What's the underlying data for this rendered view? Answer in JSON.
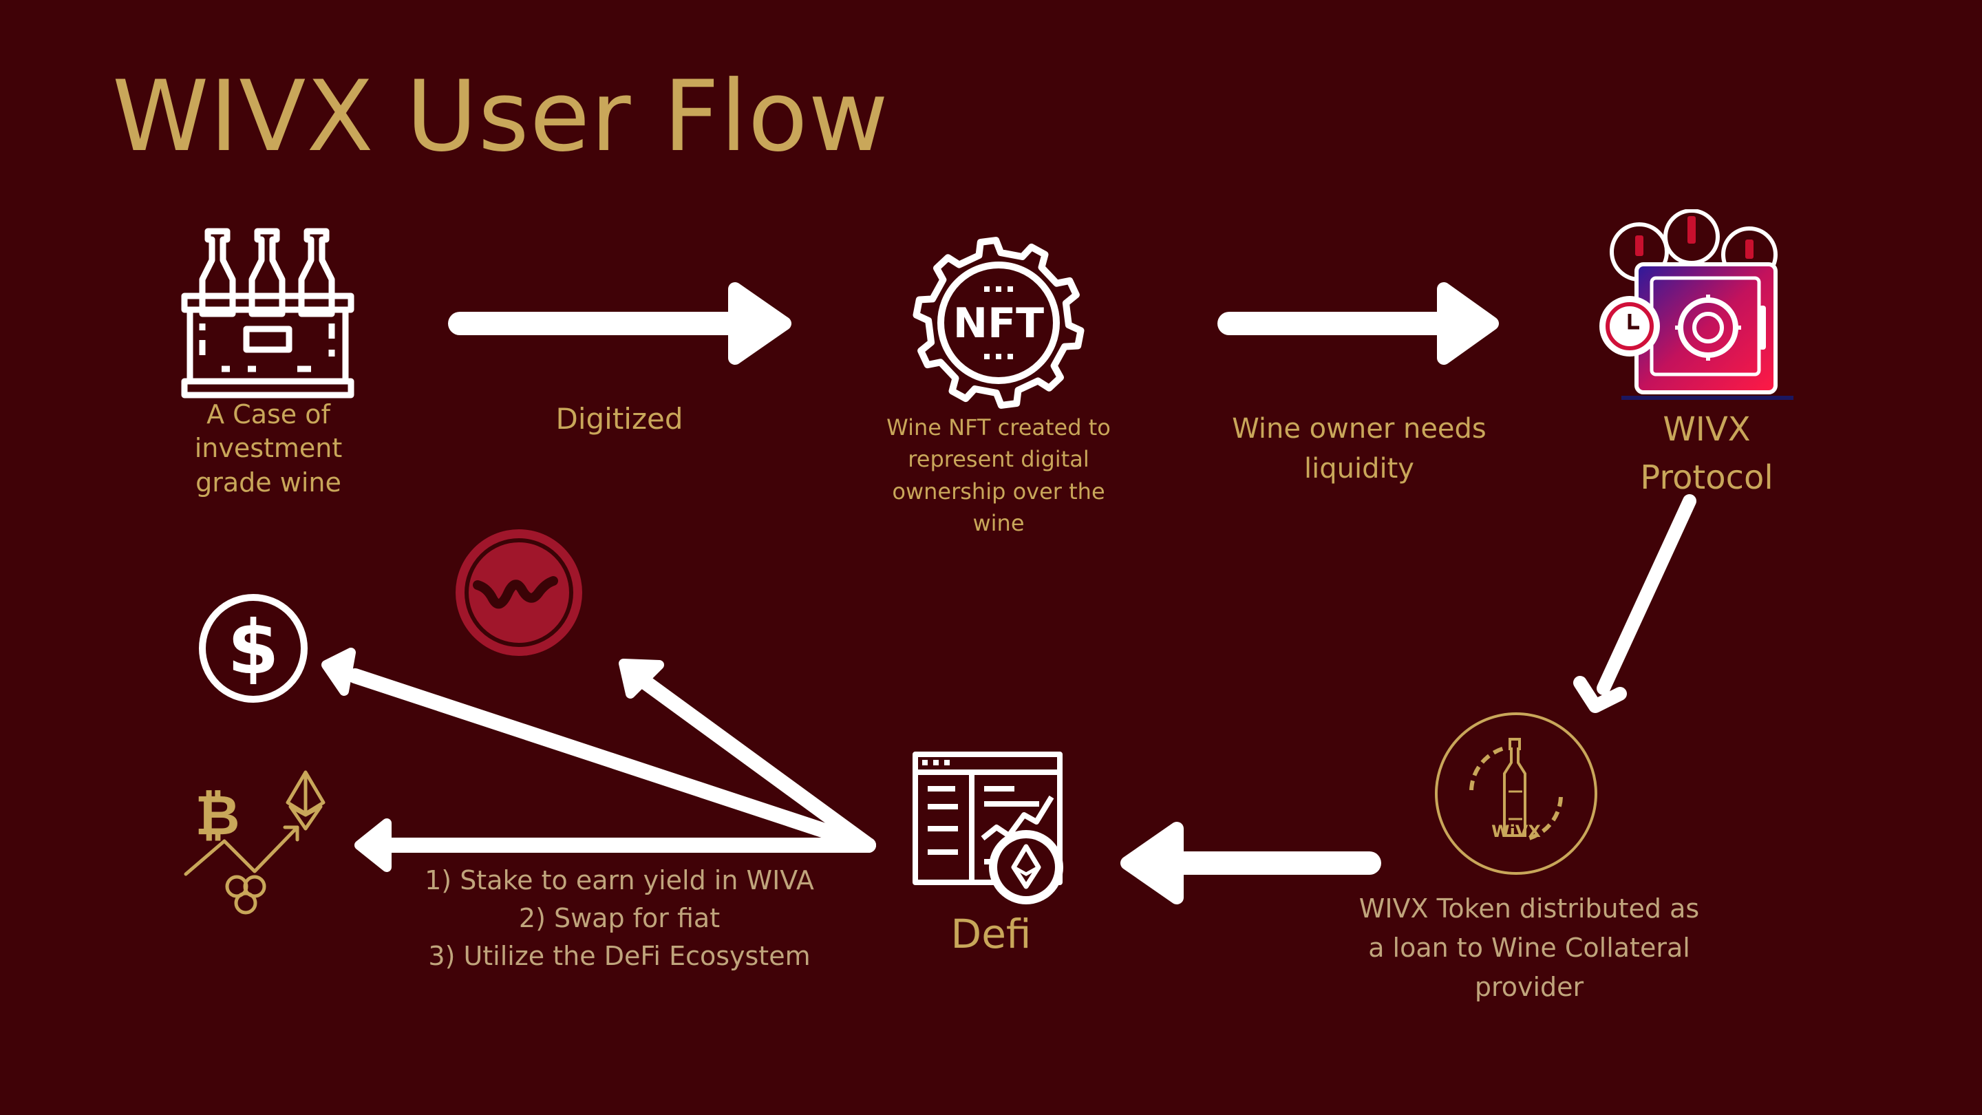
{
  "title": "WIVX User Flow",
  "nodes": {
    "wine_case": {
      "label": "A Case of investment grade wine",
      "icon": "wine-case-icon"
    },
    "nft": {
      "label": "Wine NFT created to represent digital ownership over the wine",
      "icon": "nft-gear-icon",
      "icon_text": "NFT"
    },
    "protocol": {
      "label": "WIVX Protocol",
      "icon": "vault-icon"
    },
    "token": {
      "label": "WIVX Token distributed as a loan to Wine Collateral provider",
      "icon": "wivx-token-icon",
      "icon_text": "WiVX"
    },
    "defi": {
      "label": "Defi",
      "icon": "defi-dashboard-icon"
    },
    "dollar": {
      "icon": "dollar-coin-icon"
    },
    "wiva": {
      "icon": "wiva-coin-icon"
    },
    "crypto": {
      "icon": "crypto-growth-icon"
    }
  },
  "edges": {
    "digitized": "Digitized",
    "liquidity": "Wine owner needs liquidity",
    "defi_options": [
      "1) Stake to earn yield in WIVA",
      "2) Swap for fiat",
      "3) Utilize the DeFi Ecosystem"
    ]
  },
  "colors": {
    "background": "#400207",
    "title": "#c9a75a",
    "label": "#c9a75a",
    "arrow": "#ffffff",
    "wiva_coin": "#a0162b",
    "vault_gradient_start": "#2b1a9c",
    "vault_gradient_end": "#ff1a44"
  }
}
